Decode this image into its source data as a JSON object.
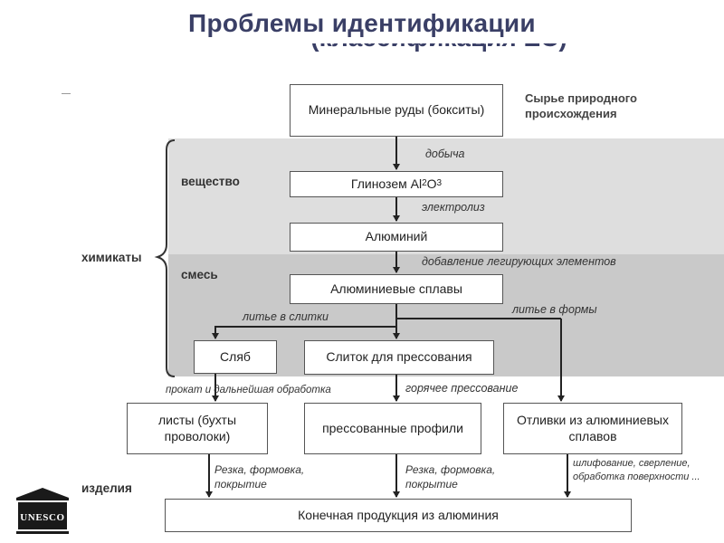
{
  "title": "Проблемы идентификации",
  "title_line2": "(классификация ЕС)",
  "boxes": {
    "ores": "Минеральные руды (бокситы)",
    "alumina_prefix": "Глинозем Al",
    "alumina_sub1": "2",
    "alumina_mid": "O",
    "alumina_sub2": "3",
    "aluminium": "Алюминий",
    "alloys": "Алюминиевые сплавы",
    "slab": "Сляб",
    "ingot": "Слиток для прессования",
    "sheets": "листы (бухты проволоки)",
    "profiles": "прессованные профили",
    "castings": "Отливки из алюминиевых сплавов",
    "final": "Конечная продукция из алюминия"
  },
  "notes": {
    "raw": "Сырье природного происхождения"
  },
  "processes": {
    "mining": "добыча",
    "electrolysis": "электролиз",
    "alloying": "добавление легирующих элементов",
    "ingot_casting": "литье в слитки",
    "mold_casting": "литье в формы",
    "rolling": "прокат и дальнейшая обработка",
    "hot_pressing": "горячее прессование",
    "finishing1": "Резка, формовка, покрытие",
    "finishing2": "Резка, формовка, покрытие",
    "finishing3": "шлифование, сверление, обработка поверхности ..."
  },
  "side_labels": {
    "substance": "вещество",
    "mixture": "смесь",
    "chemicals": "химикаты",
    "articles": "изделия"
  },
  "logo_text": "UNESCO"
}
